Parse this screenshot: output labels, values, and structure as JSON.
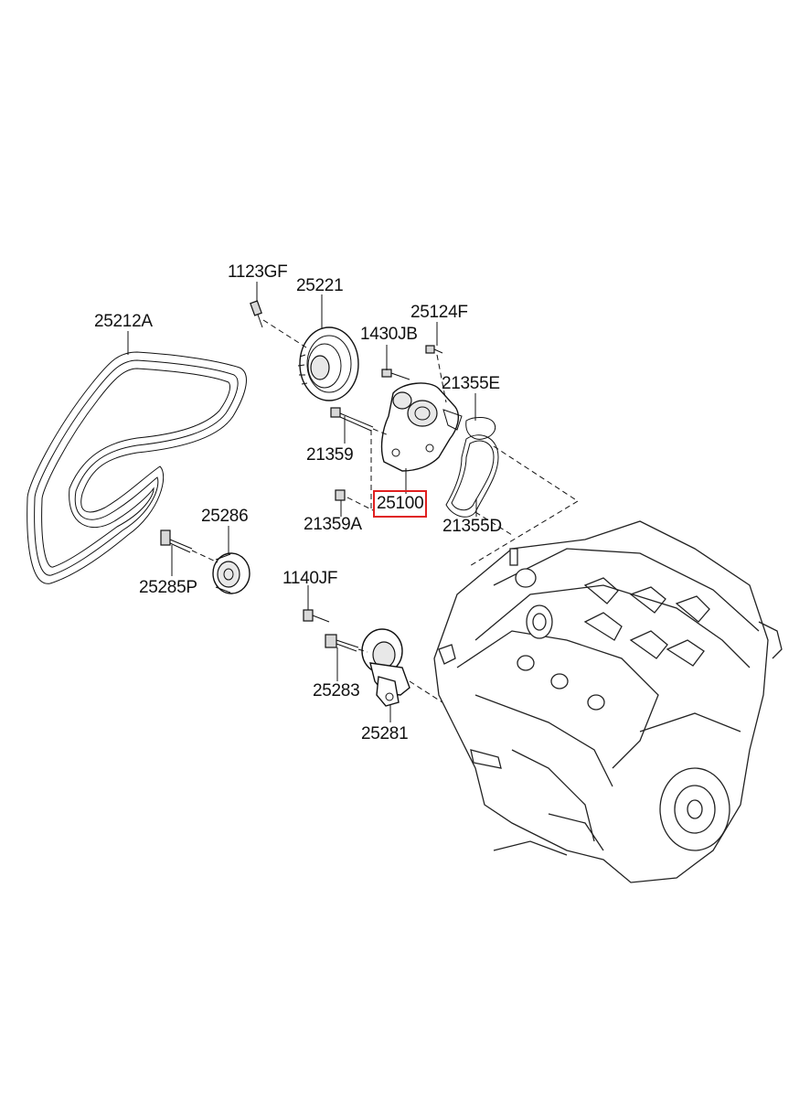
{
  "diagram": {
    "highlight_color": "#e02020",
    "labels": [
      {
        "id": "p-1123gf",
        "text": "1123GF"
      },
      {
        "id": "p-25221",
        "text": "25221"
      },
      {
        "id": "p-25212a",
        "text": "25212A"
      },
      {
        "id": "p-1430jb",
        "text": "1430JB"
      },
      {
        "id": "p-25124f",
        "text": "25124F"
      },
      {
        "id": "p-21355e",
        "text": "21355E"
      },
      {
        "id": "p-21359",
        "text": "21359"
      },
      {
        "id": "p-25100",
        "text": "25100",
        "highlighted": true
      },
      {
        "id": "p-21359a",
        "text": "21359A"
      },
      {
        "id": "p-21355d",
        "text": "21355D"
      },
      {
        "id": "p-25286",
        "text": "25286"
      },
      {
        "id": "p-25285p",
        "text": "25285P"
      },
      {
        "id": "p-1140jf",
        "text": "1140JF"
      },
      {
        "id": "p-25283",
        "text": "25283"
      },
      {
        "id": "p-25281",
        "text": "25281"
      }
    ]
  }
}
